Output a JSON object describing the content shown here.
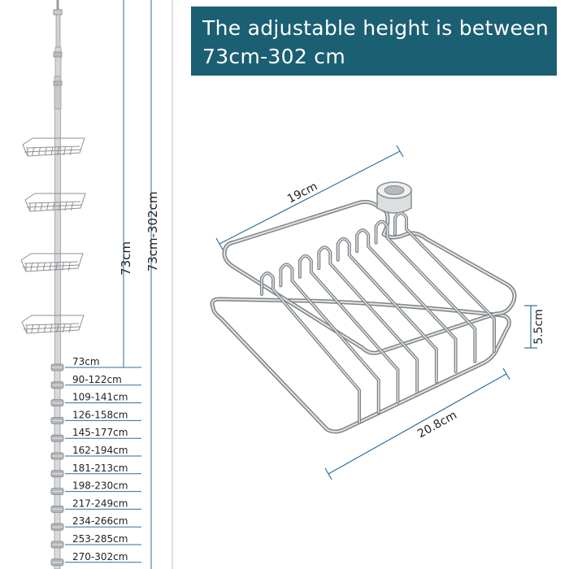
{
  "banner": {
    "line1": "The adjustable height is between",
    "line2": "73cm-302 cm"
  },
  "pole_labels": {
    "min_height": "73cm",
    "range": "73cm-302cm"
  },
  "height_steps": [
    "73cm",
    "90-122cm",
    "109-141cm",
    "126-158cm",
    "145-177cm",
    "162-194cm",
    "181-213cm",
    "198-230cm",
    "217-249cm",
    "234-266cm",
    "253-285cm",
    "270-302cm"
  ],
  "basket_dims": {
    "width": "19cm",
    "depth": "20.8cm",
    "height": "5.5cm"
  },
  "colors": {
    "banner_bg": "#1b5f73",
    "dimension_line": "#2e6e99",
    "chrome": "#b9bcbf"
  }
}
